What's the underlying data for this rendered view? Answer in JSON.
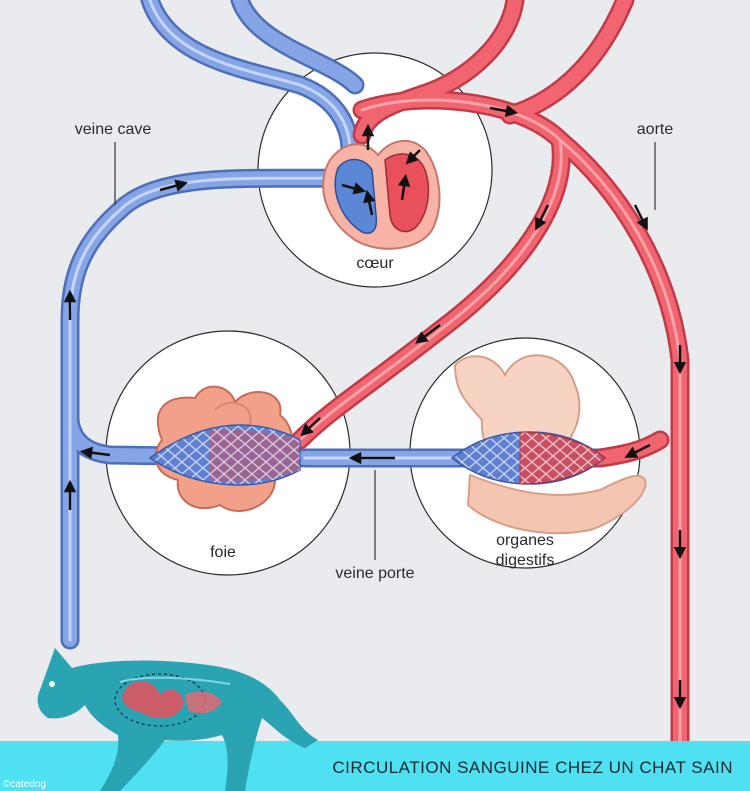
{
  "labels": {
    "vena_cava": "veine cave",
    "aorta": "aorte",
    "heart": "cœur",
    "liver": "foie",
    "portal_vein": "veine porte",
    "digestive_line1": "organes",
    "digestive_line2": "digestifs"
  },
  "footer": {
    "title": "CIRCULATION SANGUINE CHEZ UN CHAT SAIN",
    "credit": "©catedog"
  },
  "colors": {
    "background": "#e9ebef",
    "venous_blue": "#6f90d6",
    "arterial_red": "#e8505b",
    "footer_band": "#4fe0f2",
    "cat_teal": "#2aa3b3"
  },
  "icons": {
    "heart": "heart-illustration",
    "liver": "liver-illustration",
    "digestive": "stomach-intestine-illustration",
    "cat": "cat-silhouette"
  }
}
